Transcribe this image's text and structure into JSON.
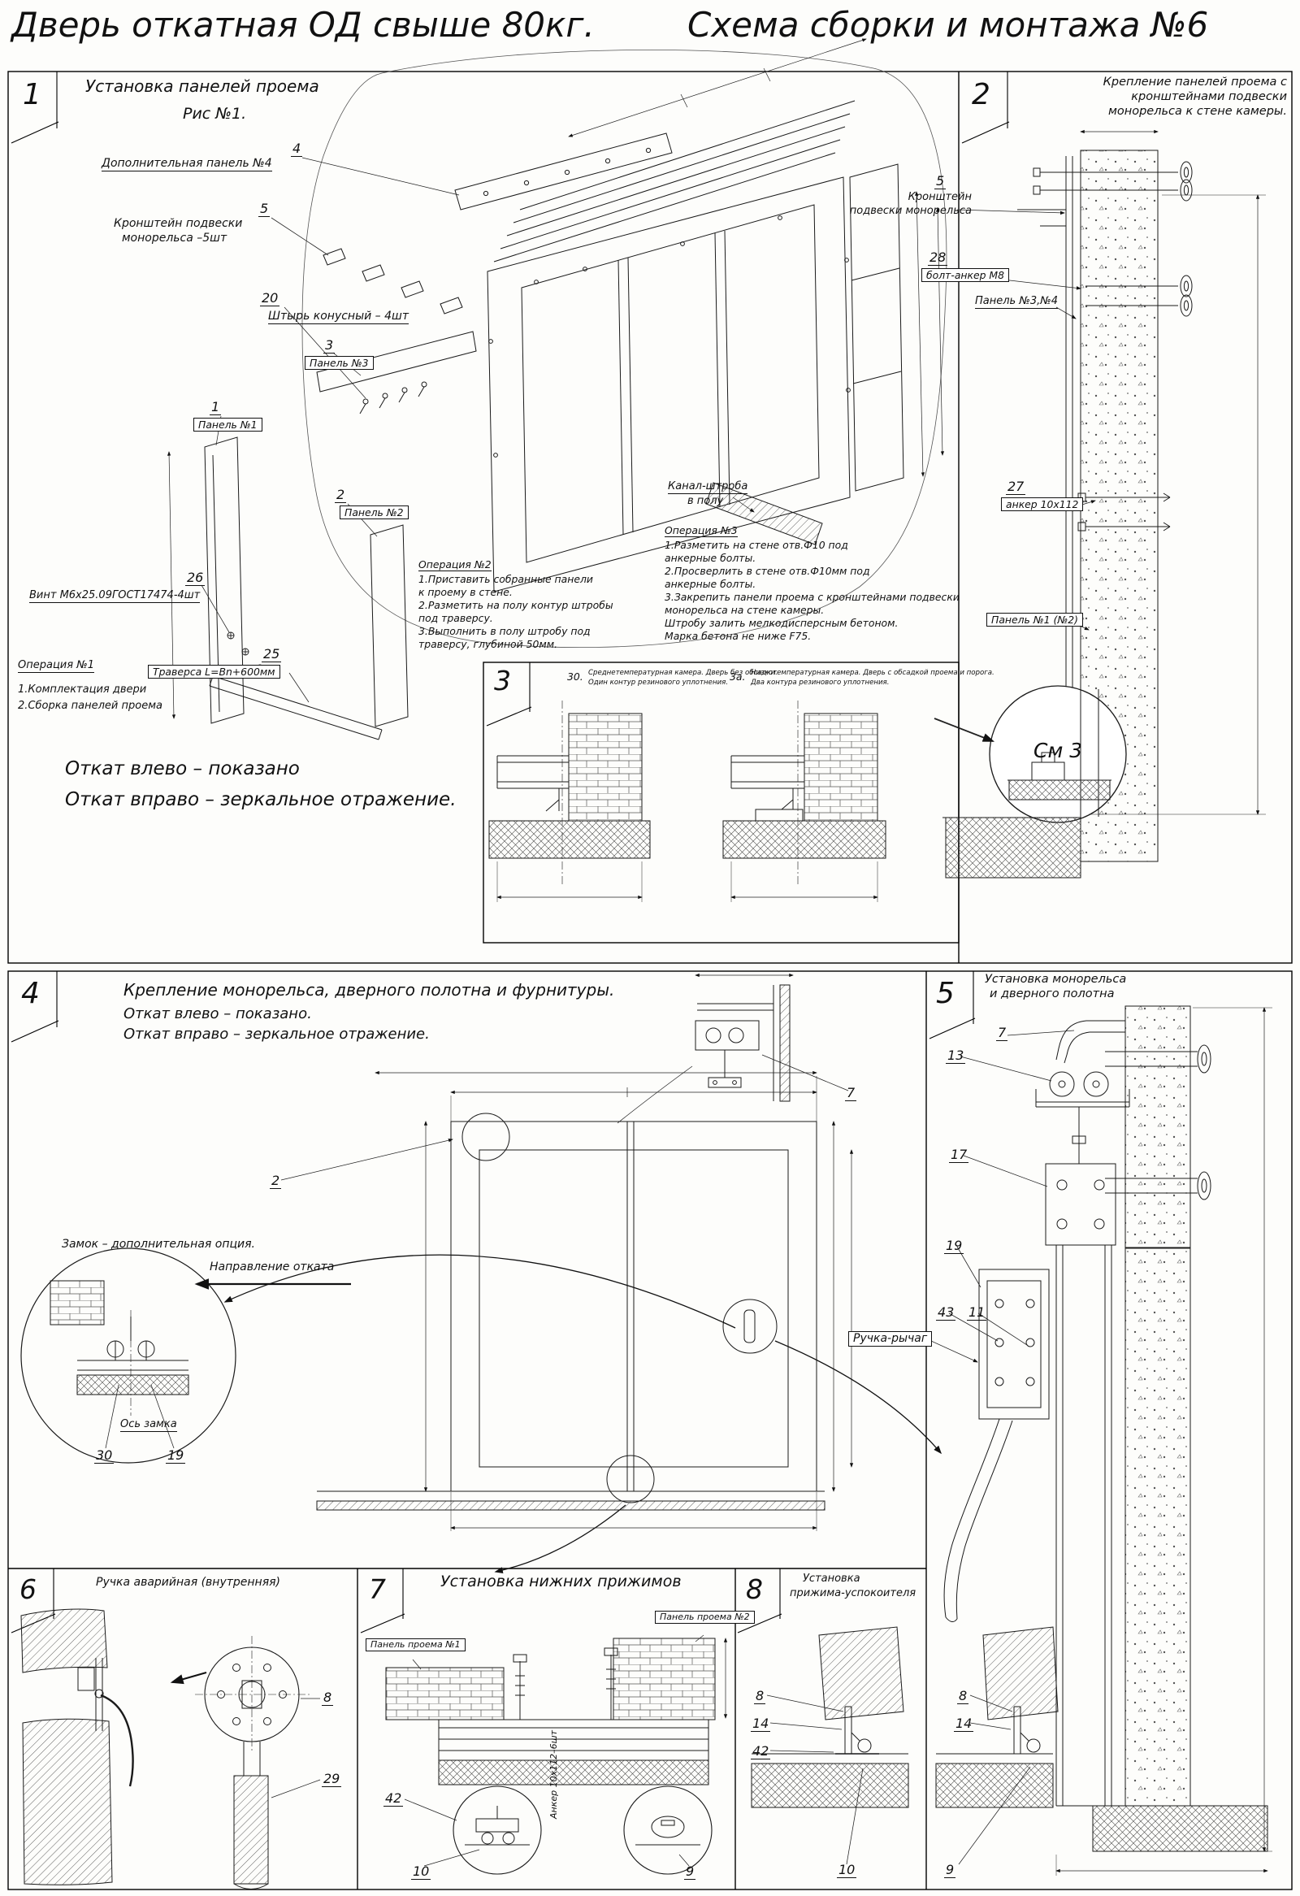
{
  "header": {
    "title_left": "Дверь откатная ОД свыше 80кг.",
    "title_right": "Схема сборки и монтажа №6"
  },
  "s1": {
    "num": "1",
    "title": "Установка панелей проема",
    "subtitle": "Рис №1.",
    "callouts": {
      "c4": "4",
      "c5": "5",
      "c20": "20",
      "c3": "3",
      "c1": "1",
      "c2": "2",
      "c26": "26",
      "c25": "25"
    },
    "labels": {
      "panel4": "Дополнительная панель №4",
      "bracket1": "Кронштейн подвески",
      "bracket2": "монорельса –5шт",
      "pin": "Штырь конусный – 4шт",
      "panel3": "Панель №3",
      "panel1": "Панель №1",
      "panel2": "Панель №2",
      "screw": "Винт М6х25.09ГОСТ17474-4шт",
      "traverse": "Траверса  L=Bn+600мм",
      "channel1": "Канал-штроба",
      "channel2": "в полу"
    },
    "op1": [
      "Операция №1",
      "1.Комплектация двери",
      "2.Сборка панелей проема"
    ],
    "op2": [
      "Операция №2",
      "1.Приставить собранные панели",
      "к проему в стене.",
      "2.Разметить на полу контур штробы",
      "под траверсу.",
      "3.Выполнить в полу штробу под",
      "траверсу, глубиной 50мм."
    ],
    "op3": [
      "Операция №3",
      "1.Разметить на стене отв.Ф10 под",
      "анкерные болты.",
      "2.Просверлить в стене отв.Ф10мм  под",
      "анкерные болты.",
      "3.Закрепить панели проема с кронштейнами подвески",
      "монорельса на стене камеры.",
      "Штробу залить мелкодисперсным бетоном.",
      "Марка бетона не ниже   F75."
    ],
    "note1": "Откат влево – показано",
    "note2": "Откат вправо – зеркальное отражение."
  },
  "s2": {
    "num": "2",
    "title": [
      "Крепление панелей проема с",
      "кронштейнами  подвески",
      "монорельса к стене камеры."
    ],
    "c5": "5",
    "c28": "28",
    "c27": "27",
    "bracket1": "Кронштейн",
    "bracket2": "подвески монорельса",
    "bolt": "болт-анкер М8",
    "panel34": "Панель №3,№4",
    "anchor": "анкер 10х112",
    "panel12": "Панель №1 (№2)",
    "see3": "См 3"
  },
  "s3": {
    "num": "3",
    "left_id": "30.",
    "left_note": [
      "Среднетемпературная камера. Дверь без обсадки.",
      "Один контур резинового уплотнения."
    ],
    "right_id": "3а.",
    "right_note": [
      "Низкотемпературная камера. Дверь с обсадкой проема и порога.",
      "Два контура резинового уплотнения."
    ]
  },
  "s4": {
    "num": "4",
    "title": "Крепление монорельса, дверного полотна и фурнитуры.",
    "sub1": "Откат влево – показано.",
    "sub2": "Откат вправо – зеркальное отражение.",
    "lock_note": "Замок – дополнительная опция.",
    "direction": "Направление отката",
    "lock_axis": "Ось замка",
    "c30": "30",
    "c19": "19",
    "c2": "2",
    "c7": "7"
  },
  "s5": {
    "num": "5",
    "title1": "Установка монорельса",
    "title2": "и дверного полотна",
    "c7": "7",
    "c13": "13",
    "c17": "17",
    "c19": "19",
    "c43": "43",
    "c11": "11",
    "handle": "Ручка-рычаг"
  },
  "s6": {
    "num": "6",
    "title": "Ручка аварийная (внутренняя)",
    "c8": "8",
    "c29": "29"
  },
  "s7": {
    "num": "7",
    "title": "Установка  нижних  прижимов",
    "panel1": "Панель проема №1",
    "panel2": "Панель проема №2",
    "anchor": "Анкер  10х112–6шт",
    "c42": "42",
    "c10": "10",
    "c9": "9"
  },
  "s8": {
    "num": "8",
    "title1": "Установка",
    "title2": "прижима-успокоителя",
    "left": {
      "c8": "8",
      "c14": "14",
      "c42": "42",
      "c10": "10"
    },
    "right": {
      "c8": "8",
      "c14": "14",
      "c9": "9"
    }
  }
}
